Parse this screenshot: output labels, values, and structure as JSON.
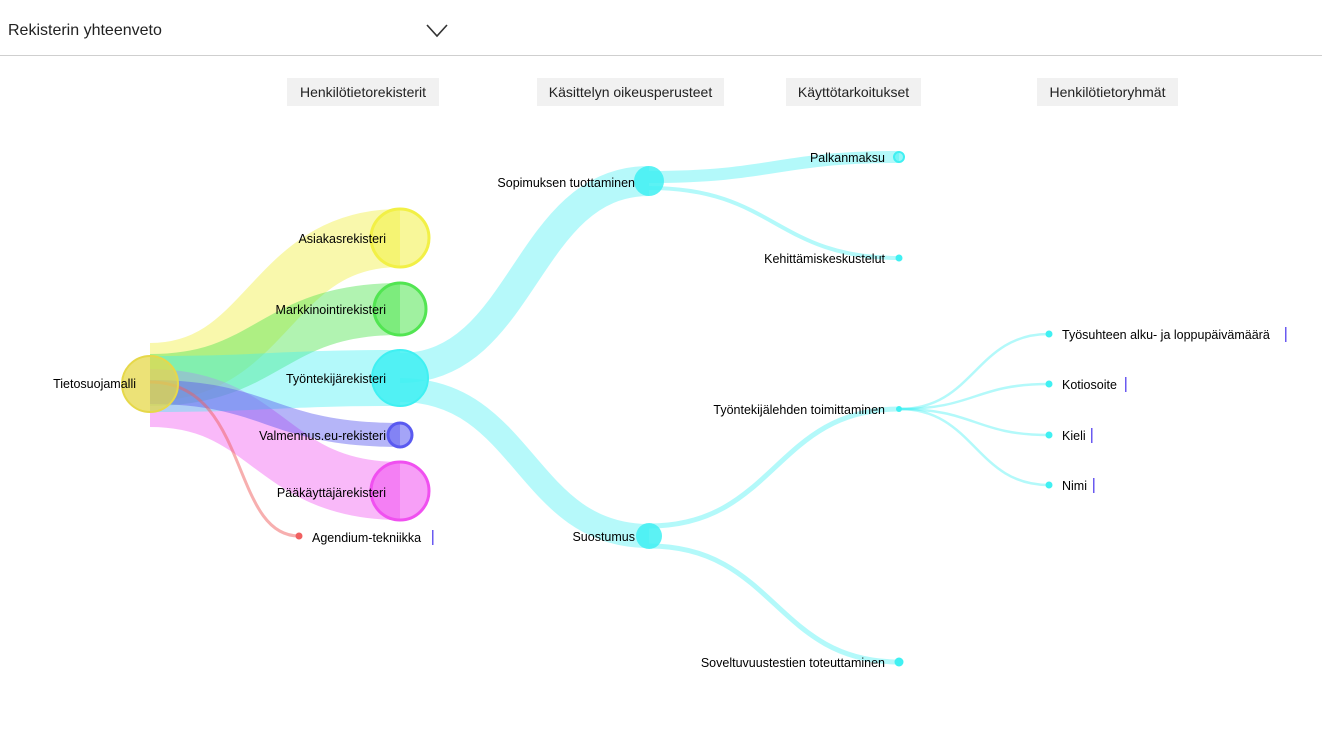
{
  "header": {
    "selector_label": "Rekisterin yhteenveto"
  },
  "column_headers": [
    "Henkilötietorekisterit",
    "Käsittelyn oikeusperusteet",
    "Käyttötarkoitukset",
    "Henkilötietoryhmät"
  ],
  "nodes": {
    "root": "Tietosuojamalli",
    "asiakas": "Asiakasrekisteri",
    "markkinointi": "Markkinointirekisteri",
    "tyontekija": "Työntekijärekisteri",
    "valmennus": "Valmennus.eu-rekisteri",
    "paakayttaja": "Pääkäyttäjärekisteri",
    "agendium": "Agendium-tekniikka",
    "sopimus": "Sopimuksen tuottaminen",
    "suostumus": "Suostumus",
    "palkanmaksu": "Palkanmaksu",
    "kehittamis": "Kehittämiskeskustelut",
    "tyontekijalehden": "Työntekijälehden toimittaminen",
    "soveltuvuus": "Soveltuvuustestien toteuttaminen",
    "tyosuhde": "Työsuhteen alku- ja loppupäivämäärä",
    "kotiosoite": "Kotiosoite",
    "kieli": "Kieli",
    "nimi": "Nimi"
  },
  "colors": {
    "asiakas": "#f2f046",
    "markkinointi": "#52e552",
    "tyontekija": "#40f0f2",
    "valmennus": "#5a5af0",
    "paakayttaja": "#f050f0",
    "agendium": "#f06060",
    "root": "#e6d84a",
    "leaf_marker": "#6a5af0"
  }
}
